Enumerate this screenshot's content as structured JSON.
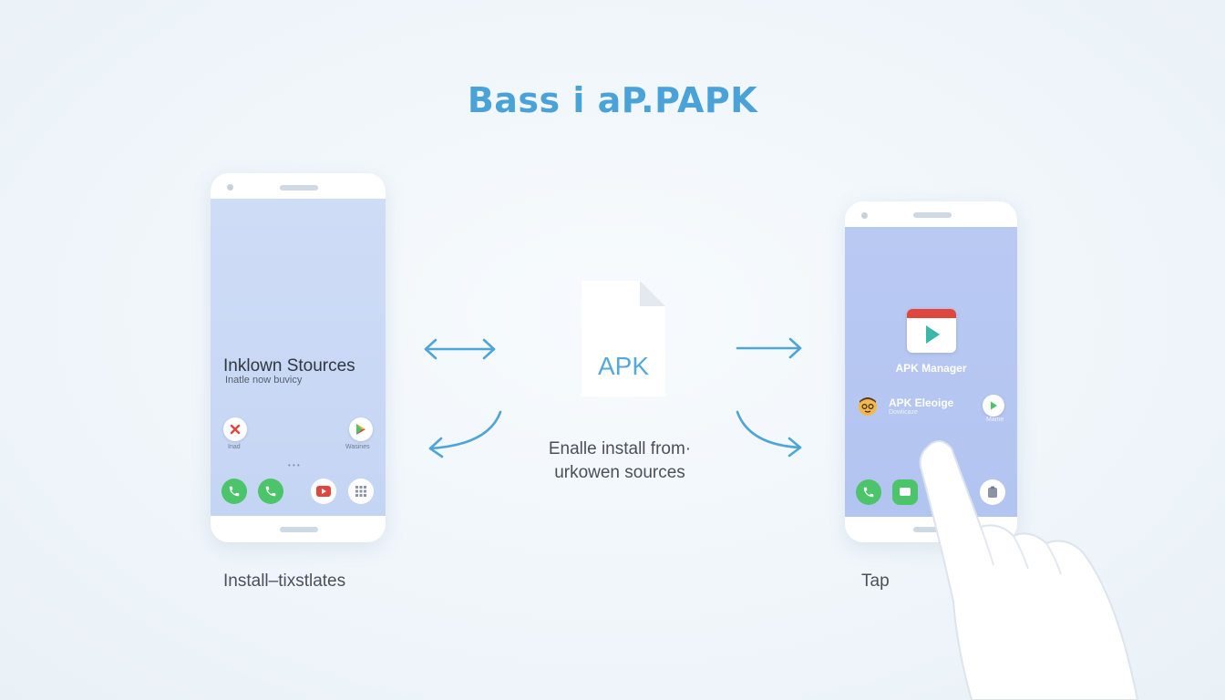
{
  "title": "Bass i aP.PAPK",
  "left_phone": {
    "heading": "Inklown Stources",
    "subheading": "Inatle now buvicy",
    "btn_left_label": "Inad",
    "btn_right_label": "Wasines",
    "dots": "• • •"
  },
  "file": {
    "label": "APK"
  },
  "center_text": {
    "line1": "Enalle install from·",
    "line2": "urkowen sources"
  },
  "right_phone": {
    "app_manager_label": "APK Manager",
    "app_row_title": "APK Eleoige",
    "app_row_sub": "Dowlicaze",
    "row_action_label": "Mame"
  },
  "captions": {
    "left": "Install–tixstlates",
    "right": "Tap"
  },
  "colors": {
    "accent": "#4aa3d8",
    "arrow": "#4ea6d6",
    "green": "#4cc46a",
    "red": "#e0463e"
  }
}
